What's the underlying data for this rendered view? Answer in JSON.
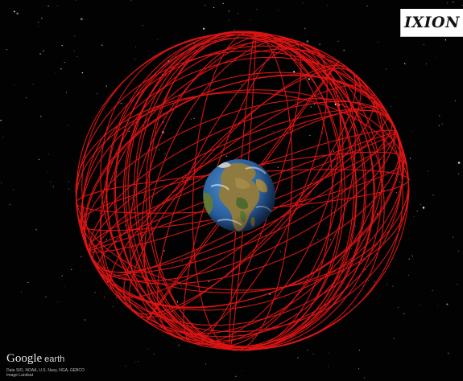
{
  "logo": {
    "text": "IXION"
  },
  "brand": {
    "google": "Google",
    "earth": "earth"
  },
  "credits": {
    "line1": "Data SIO, NOAA, U.S. Navy, NGA, GEBCO",
    "line2": "Image Landsat"
  },
  "colors": {
    "orbit": "#e21515",
    "space": "#020202",
    "ocean": "#2a5f9e",
    "land": "#8a7a3e"
  },
  "icons": {
    "earth": "earth-globe-icon"
  }
}
